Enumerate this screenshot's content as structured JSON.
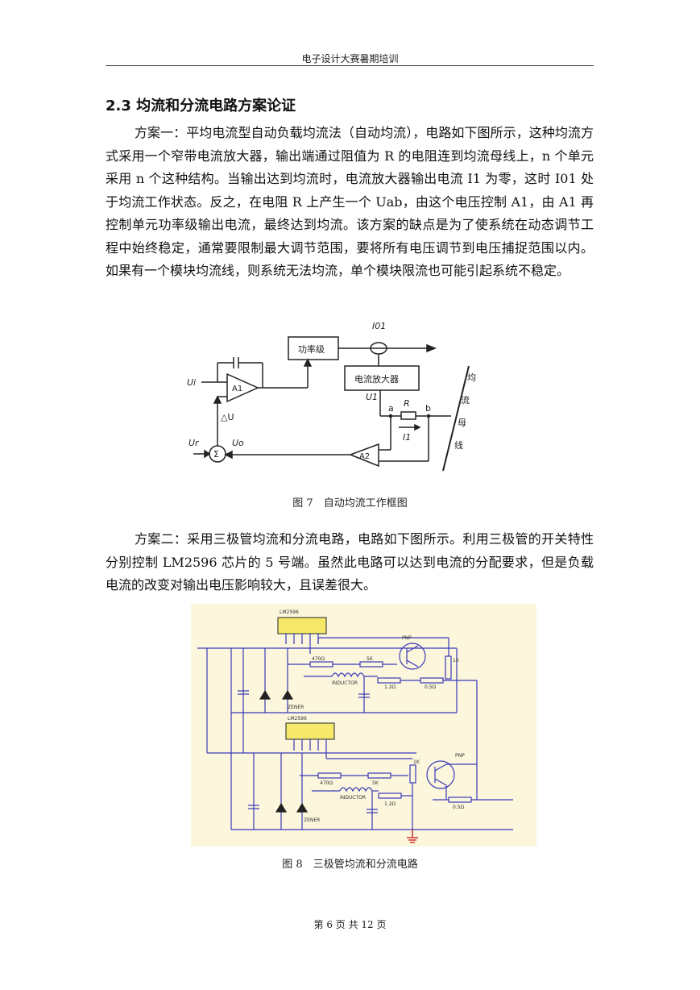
{
  "header": {
    "title": "电子设计大赛暑期培训"
  },
  "section": {
    "title": "2.3 均流和分流电路方案论证"
  },
  "paragraphs": [
    "方案一：平均电流型自动负载均流法（自动均流），电路如下图所示，这种均流方式采用一个窄带电流放大器，输出端通过阻值为 R 的电阻连到均流母线上，n 个单元采用 n 个这种结构。当输出达到均流时，电流放大器输出电流 I1 为零，这时 I01 处于均流工作状态。反之，在电阻 R 上产生一个 Uab，由这个电压控制 A1，由 A1 再控制单元功率级输出电流，最终达到均流。该方案的缺点是为了使系统在动态调节工程中始终稳定，通常要限制最大调节范围，要将所有电压调节到电压捕捉范围以内。如果有一个模块均流线，则系统无法均流，单个模块限流也可能引起系统不稳定。",
    "方案二：采用三极管均流和分流电路，电路如下图所示。利用三极管的开关特性分别控制 LM2596 芯片的 5 号端。虽然此电路可以达到电流的分配要求，但是负载电流的改变对输出电压影响较大，且误差很大。"
  ],
  "figure1": {
    "caption": "图 7　自动均流工作框图",
    "labels": {
      "power_stage": "功率级",
      "current_amp": "电流放大器",
      "io1": "I01",
      "ui": "Ui",
      "a1": "A1",
      "delta_u": "△U",
      "ur": "Ur",
      "uo": "Uo",
      "sigma": "Σ",
      "u1": "U1",
      "a": "a",
      "r": "R",
      "b": "b",
      "i1": "I1",
      "a2": "A2",
      "bus_chars": [
        "均",
        "流",
        "母",
        "线"
      ]
    }
  },
  "figure2": {
    "caption": "图 8　三极管均流和分流电路",
    "labels": {
      "chip_top": "LM2596",
      "chip_bottom": "LM2596",
      "pnp_top": "PNP",
      "pnp_bottom": "PNP",
      "zener_top": "ZENER",
      "zener_bottom": "ZENER",
      "inductor_top": "INDUCTOR",
      "inductor_bottom": "INDUCTOR",
      "r_4r7": "470Ω",
      "r_5k": "5K",
      "r_1r2": "1.2Ω",
      "r_0r5": "0.5Ω",
      "r_1k": "1K"
    }
  },
  "footer": {
    "page": "第 6 页 共 12 页"
  }
}
